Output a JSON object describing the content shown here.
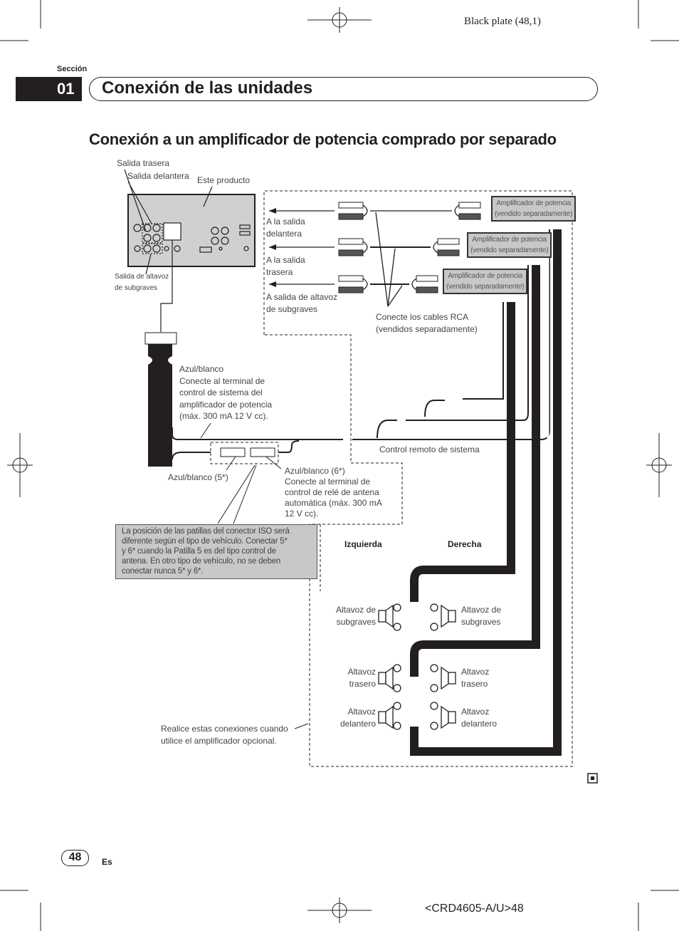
{
  "plate": "Black plate (48,1)",
  "section": {
    "label": "Sección",
    "number": "01",
    "title": "Conexión de las unidades"
  },
  "heading": "Conexión a un amplificador de potencia comprado por separado",
  "diagram": {
    "rear_output": "Salida trasera",
    "front_output": "Salida delantera",
    "this_product": "Este producto",
    "subwoofer_output": "Salida de altavoz\nde subgraves",
    "to_front": "A la salida\ndelantera",
    "to_rear": "A la salida\ntrasera",
    "to_sub": "A salida de altavoz\nde subgraves",
    "amp": "Amplificador de potencia\n(vendido separadamente)",
    "rca": "Conecte los cables RCA\n(vendidos separadamente)",
    "blue_white": "Azul/blanco\nConecte al terminal de\ncontrol de sistema del\namplificador de potencia\n(máx. 300 mA 12 V cc).",
    "remote": "Control remoto de sistema",
    "blue_white_5": "Azul/blanco (5*)",
    "blue_white_6": "Azul/blanco (6*)\nConecte al terminal de\ncontrol de relé de antena\nautomática (máx. 300 mA\n12 V cc).",
    "iso_note": "La posición de las patillas del conector ISO será\ndiferente según el tipo de vehículo. Conectar 5*\ny 6* cuando la Patilla 5 es del tipo control de\nantena. En otro tipo de vehículo, no se deben\nconectar nunca 5* y 6*.",
    "left": "Izquierda",
    "right": "Derecha",
    "sub_speaker": "Altavoz de\nsubgraves",
    "rear_speaker": "Altavoz\ntrasero",
    "front_speaker": "Altavoz\ndelantero",
    "optional_note": "Realice estas conexiones cuando\nutilice el amplificador opcional."
  },
  "footer": {
    "page": "48",
    "lang": "Es",
    "code": "<CRD4605-A/U>48"
  }
}
